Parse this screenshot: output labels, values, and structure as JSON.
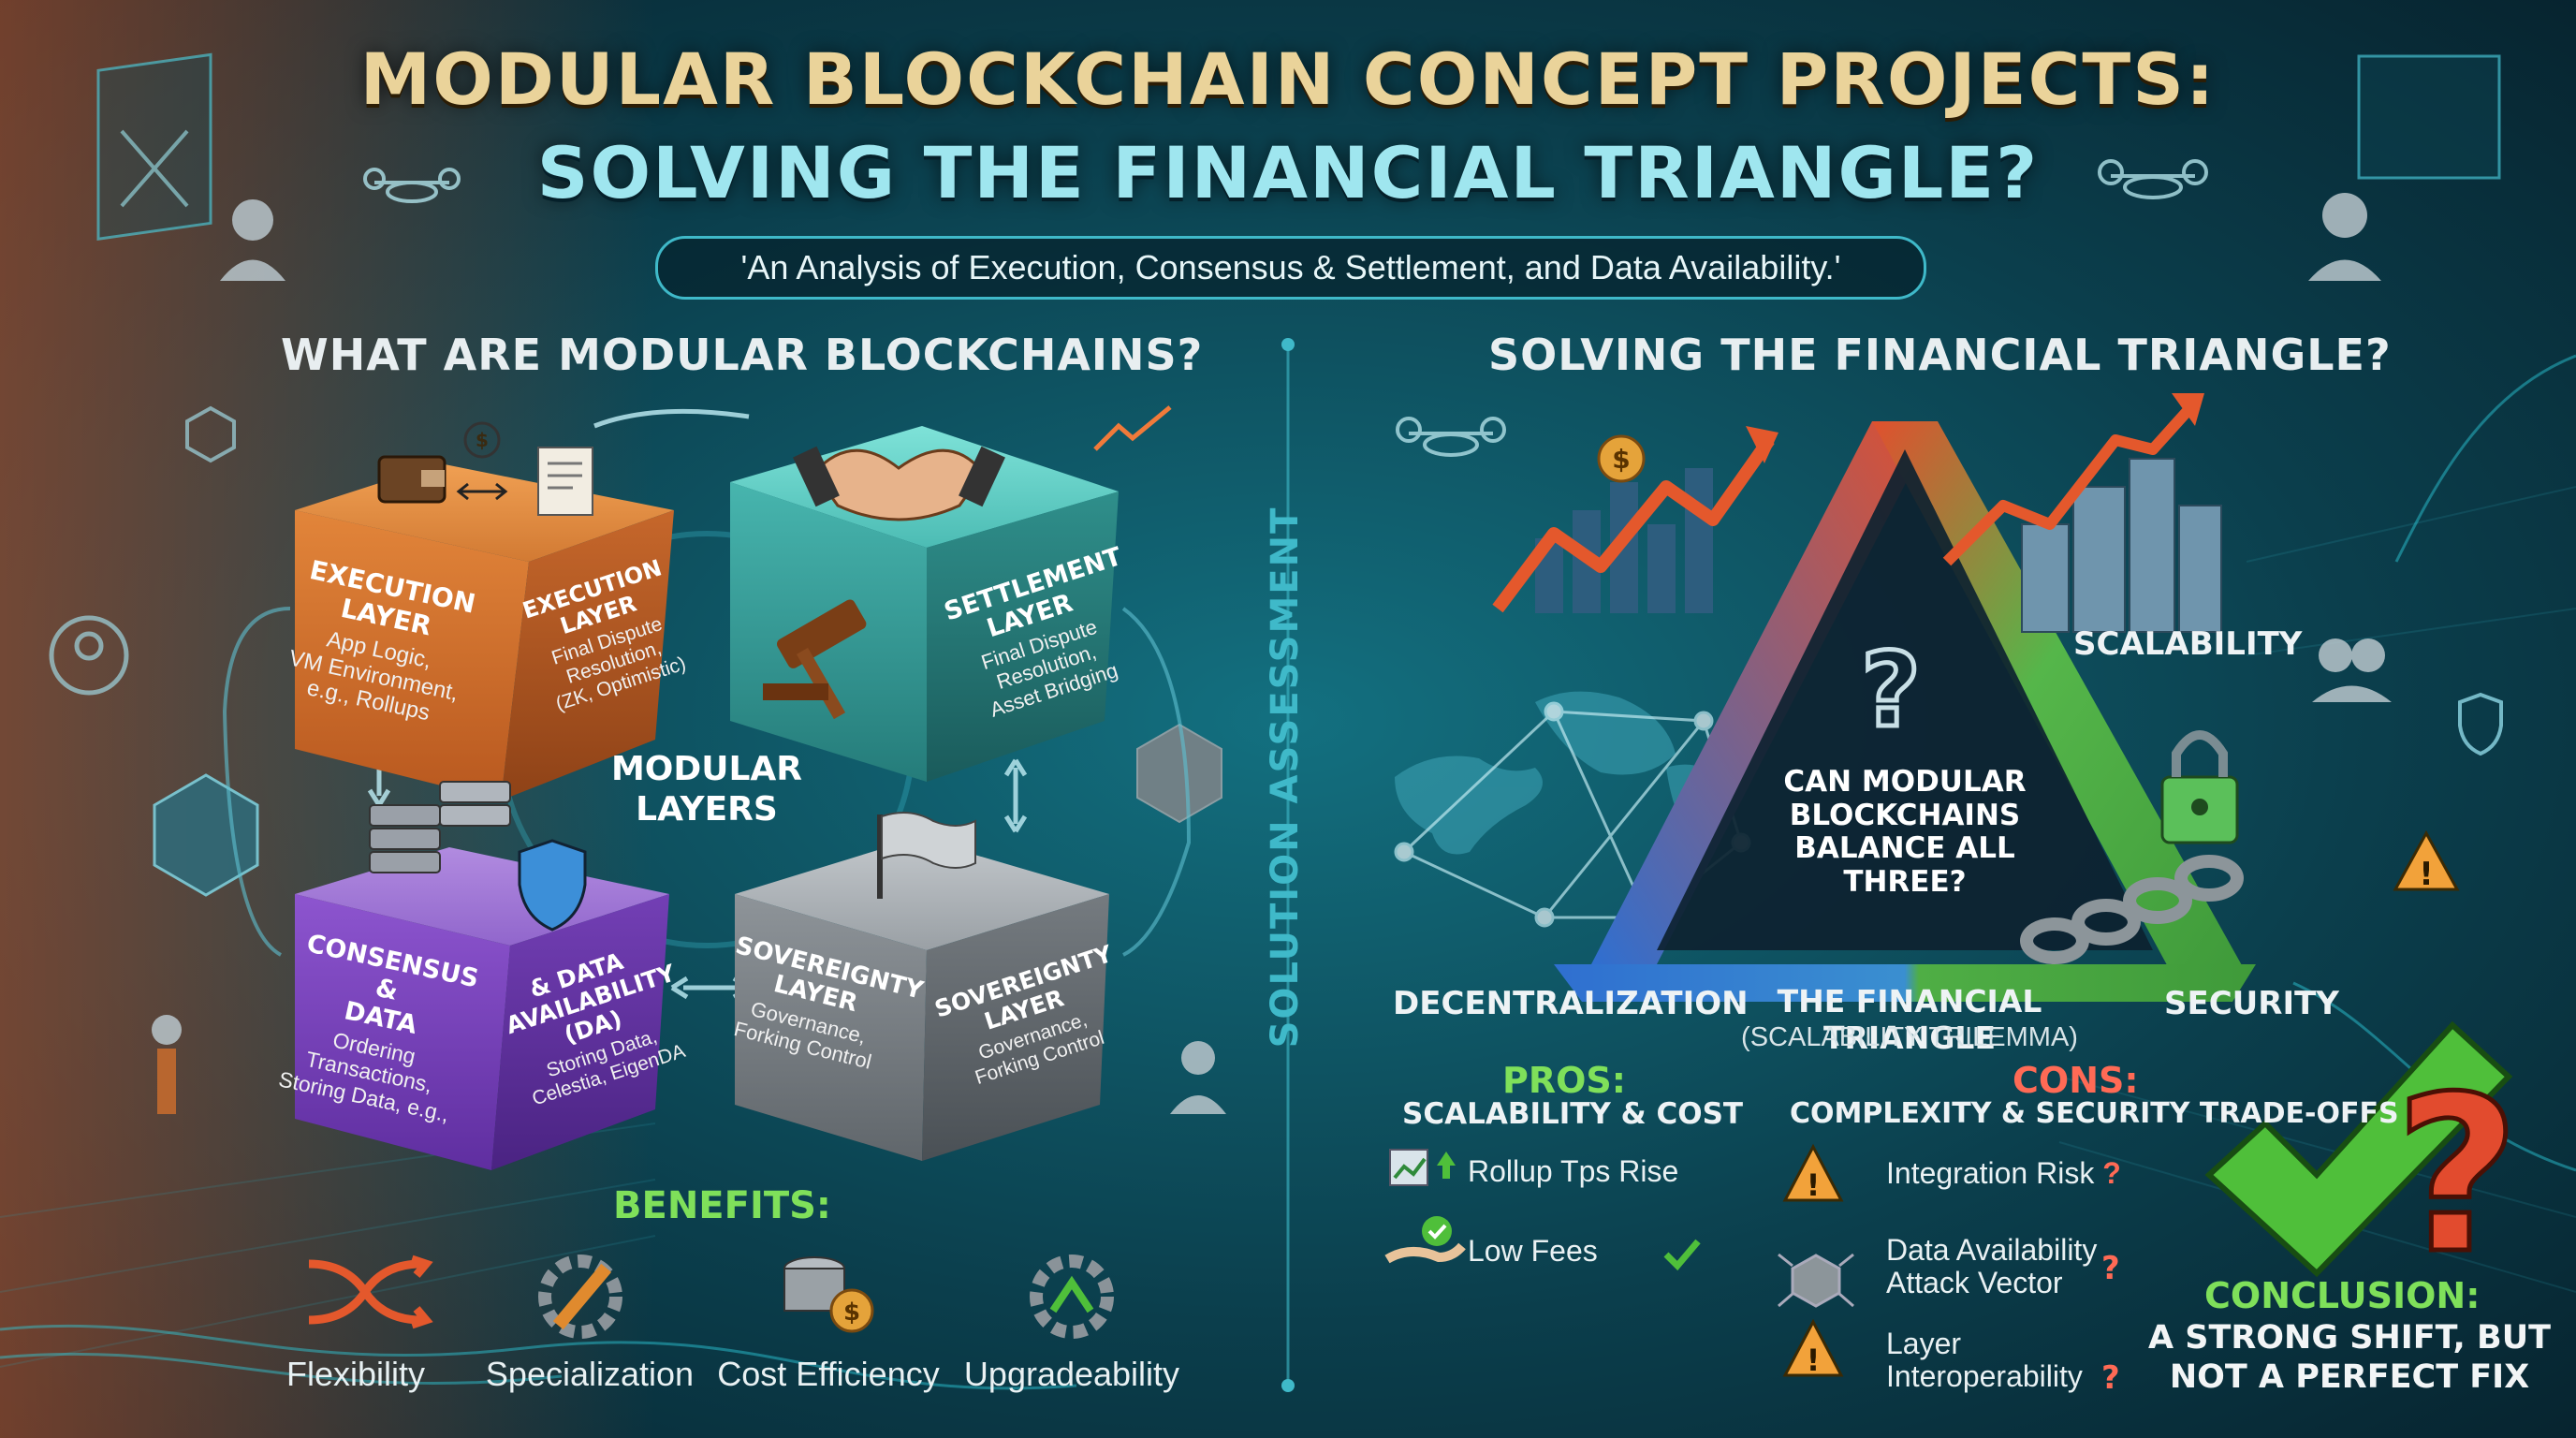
{
  "header": {
    "title_line1": "MODULAR BLOCKCHAIN CONCEPT PROJECTS:",
    "title_line2": "SOLVING THE FINANCIAL TRIANGLE?",
    "subtitle": "'An Analysis of Execution, Consensus & Settlement, and Data Availability.'"
  },
  "left": {
    "heading": "WHAT ARE MODULAR BLOCKCHAINS?",
    "center_label_1": "MODULAR",
    "center_label_2": "LAYERS",
    "execution": {
      "front_title_1": "EXECUTION",
      "front_title_2": "LAYER",
      "front_desc_1": "App Logic,",
      "front_desc_2": "VM Environment,",
      "front_desc_3": "e.g., Rollups",
      "side_title_1": "EXECUTION",
      "side_title_2": "LAYER",
      "side_desc_1": "Final Dispute",
      "side_desc_2": "Resolution,",
      "side_desc_3": "(ZK, Optimistic)"
    },
    "settlement": {
      "title_1": "SETTLEMENT",
      "title_2": "LAYER",
      "desc_1": "Final Dispute",
      "desc_2": "Resolution,",
      "desc_3": "Asset Bridging"
    },
    "consensus": {
      "front_title_1": "CONSENSUS &",
      "front_title_2": "DATA",
      "front_desc_1": "Ordering",
      "front_desc_2": "Transactions,",
      "front_desc_3": "Storing Data, e.g.,",
      "side_title_1": "& DATA",
      "side_title_2": "AVAILABILITY",
      "side_title_3": "(DA)",
      "side_desc_1": "Storing Data,",
      "side_desc_2": "Celestia, EigenDA"
    },
    "sovereignty": {
      "front_title_1": "SOVEREIGNTY",
      "front_title_2": "LAYER",
      "front_desc_1": "Governance,",
      "front_desc_2": "Forking Control",
      "side_title_1": "SOVEREIGNTY",
      "side_title_2": "LAYER",
      "side_desc_1": "Governance,",
      "side_desc_2": "Forking Control"
    },
    "benefits_heading": "BENEFITS:",
    "benefits": [
      "Flexibility",
      "Specialization",
      "Cost Efficiency",
      "Upgradeability"
    ]
  },
  "divider_label": "SOLUTION ASSESSMENT",
  "right": {
    "heading": "SOLVING THE FINANCIAL TRIANGLE?",
    "corner_top": "SCALABILITY",
    "corner_left": "DECENTRALIZATION",
    "corner_right": "SECURITY",
    "triangle_q_1": "CAN MODULAR",
    "triangle_q_2": "BLOCKCHAINS",
    "triangle_q_3": "BALANCE ALL",
    "triangle_q_4": "THREE?",
    "triangle_name": "THE FINANCIAL TRIANGLE",
    "triangle_subname": "(SCALABILITY TRILEMMA)",
    "pros_heading": "PROS:",
    "pros_sub": "SCALABILITY & COST",
    "pros": [
      "Rollup Tps Rise",
      "Low Fees"
    ],
    "cons_heading": "CONS:",
    "cons_sub": "COMPLEXITY & SECURITY TRADE-OFFS",
    "cons_1": "Integration Risk",
    "cons_2a": "Data Availability",
    "cons_2b": "Attack Vector",
    "cons_3a": "Layer",
    "cons_3b": "Interoperability",
    "conclusion_heading": "CONCLUSION:",
    "conclusion_1": "A STRONG SHIFT, BUT",
    "conclusion_2": "NOT A PERFECT FIX"
  },
  "colors": {
    "execution": "#d9762e",
    "settlement": "#3fb8b3",
    "consensus": "#8a4fc9",
    "sovereignty": "#8d9398",
    "accent_teal": "#3fb9c9",
    "title_gold": "#ead39a"
  }
}
